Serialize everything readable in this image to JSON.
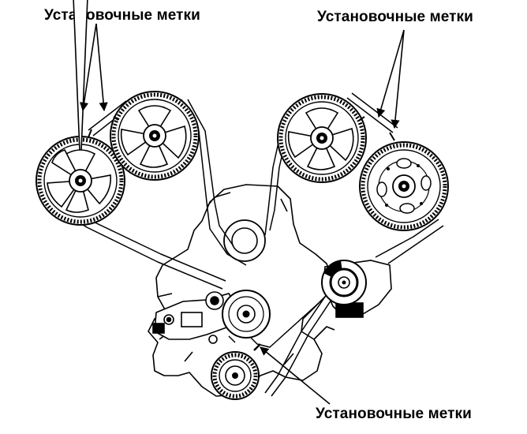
{
  "labels": {
    "top_left": "Установочные метки",
    "top_right": "Установочные метки",
    "bottom": "Установочные метки"
  },
  "colors": {
    "ink": "#000000",
    "paper": "#ffffff"
  }
}
